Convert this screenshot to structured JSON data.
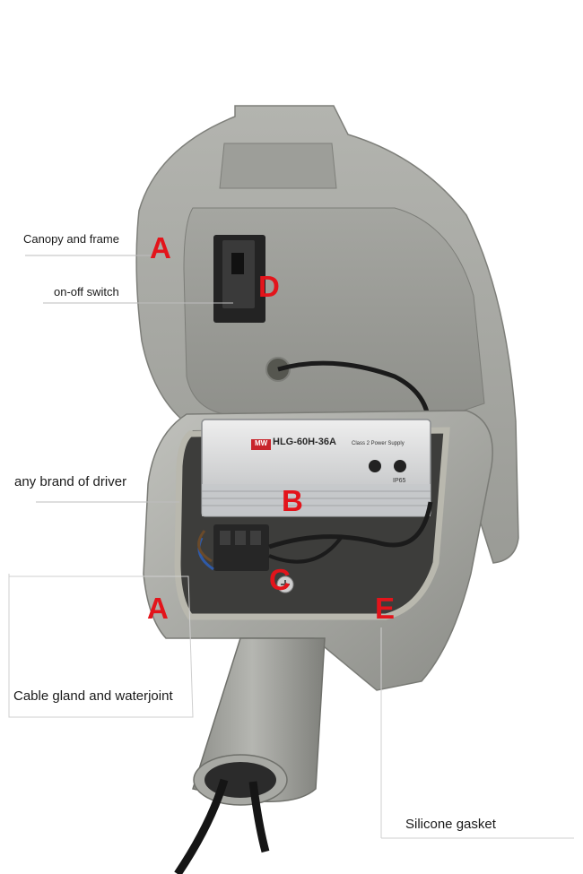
{
  "labels": {
    "canopy": "Canopy and frame",
    "switch": "on-off switch",
    "driver": "any brand of driver",
    "gland": "Cable gland and waterjoint",
    "gasket": "Silicone gasket"
  },
  "markers": {
    "a_top": "A",
    "d": "D",
    "b": "B",
    "c": "C",
    "a_bottom": "A",
    "e": "E"
  },
  "driver_unit": {
    "model": "HLG-60H-36A",
    "brand": "MW",
    "spec_line": "Class 2 Power Supply",
    "ip_rating": "IP65"
  },
  "colors": {
    "marker": "#e3141b",
    "housing": "#a9aaa5",
    "housing_dark": "#8d8e89",
    "driver": "#d8dadb",
    "cable": "#1b1b1b"
  }
}
